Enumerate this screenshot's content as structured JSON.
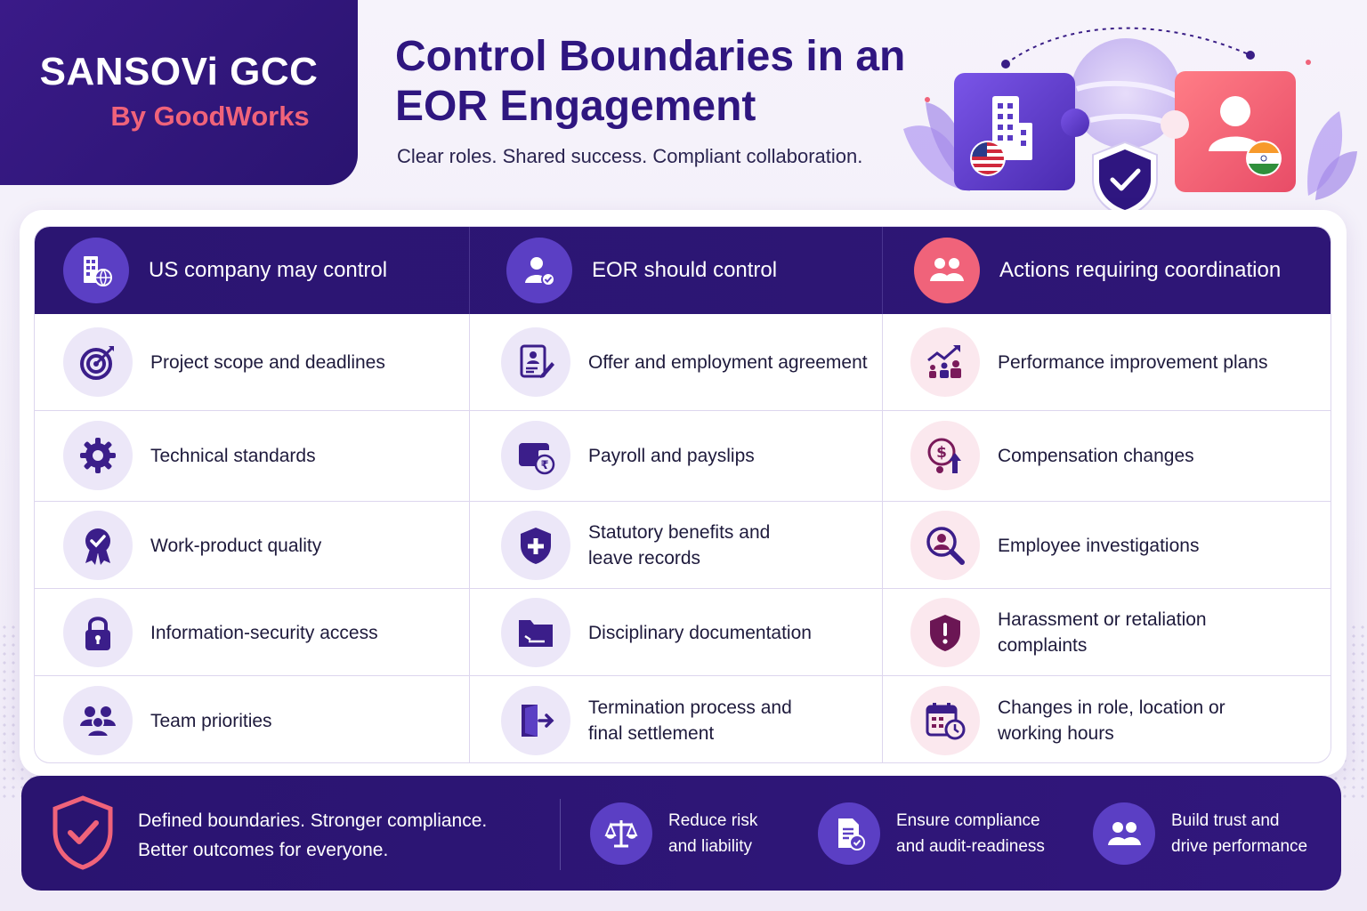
{
  "brand": {
    "name": "SANSOVi GCC",
    "by": "By GoodWorks"
  },
  "header": {
    "title": "Control Boundaries in an EOR Engagement",
    "subtitle": "Clear roles. Shared success. Compliant collaboration."
  },
  "columns": [
    {
      "label": "US company may control",
      "icon": "building-globe-icon"
    },
    {
      "label": "EOR should control",
      "icon": "person-check-icon"
    },
    {
      "label": "Actions requiring coordination",
      "icon": "people-icon"
    }
  ],
  "rows": [
    [
      {
        "label": "Project scope and deadlines",
        "icon": "target-icon"
      },
      {
        "label": "Offer and employment agreement",
        "icon": "document-pen-icon"
      },
      {
        "label": "Performance improvement plans",
        "icon": "growth-chart-icon"
      }
    ],
    [
      {
        "label": "Technical standards",
        "icon": "gear-icon"
      },
      {
        "label": "Payroll and payslips",
        "icon": "wallet-rupee-icon"
      },
      {
        "label": "Compensation changes",
        "icon": "dollar-up-icon"
      }
    ],
    [
      {
        "label": "Work-product quality",
        "icon": "award-ribbon-icon"
      },
      {
        "label": "Statutory benefits and leave records",
        "icon": "shield-plus-icon"
      },
      {
        "label": "Employee investigations",
        "icon": "magnifier-person-icon"
      }
    ],
    [
      {
        "label": "Information-security access",
        "icon": "lock-icon"
      },
      {
        "label": "Disciplinary documentation",
        "icon": "folder-icon"
      },
      {
        "label": "Harassment or retaliation complaints",
        "icon": "shield-alert-icon"
      }
    ],
    [
      {
        "label": "Team priorities",
        "icon": "team-icon"
      },
      {
        "label": "Termination process and final settlement",
        "icon": "exit-door-icon"
      },
      {
        "label": "Changes in role, location or working hours",
        "icon": "calendar-clock-icon"
      }
    ]
  ],
  "footer": {
    "main_line1": "Defined boundaries. Stronger compliance.",
    "main_line2": "Better outcomes for everyone.",
    "items": [
      {
        "line1": "Reduce risk",
        "line2": "and liability",
        "icon": "scales-icon"
      },
      {
        "line1": "Ensure compliance",
        "line2": "and audit-readiness",
        "icon": "document-check-icon"
      },
      {
        "line1": "Build trust and",
        "line2": "drive performance",
        "icon": "people-icon"
      }
    ]
  },
  "colors": {
    "primary": "#2b1572",
    "accent": "#f0637a",
    "icon_purple": "#3b1e8a",
    "icon_pink": "#7a1a5a"
  }
}
